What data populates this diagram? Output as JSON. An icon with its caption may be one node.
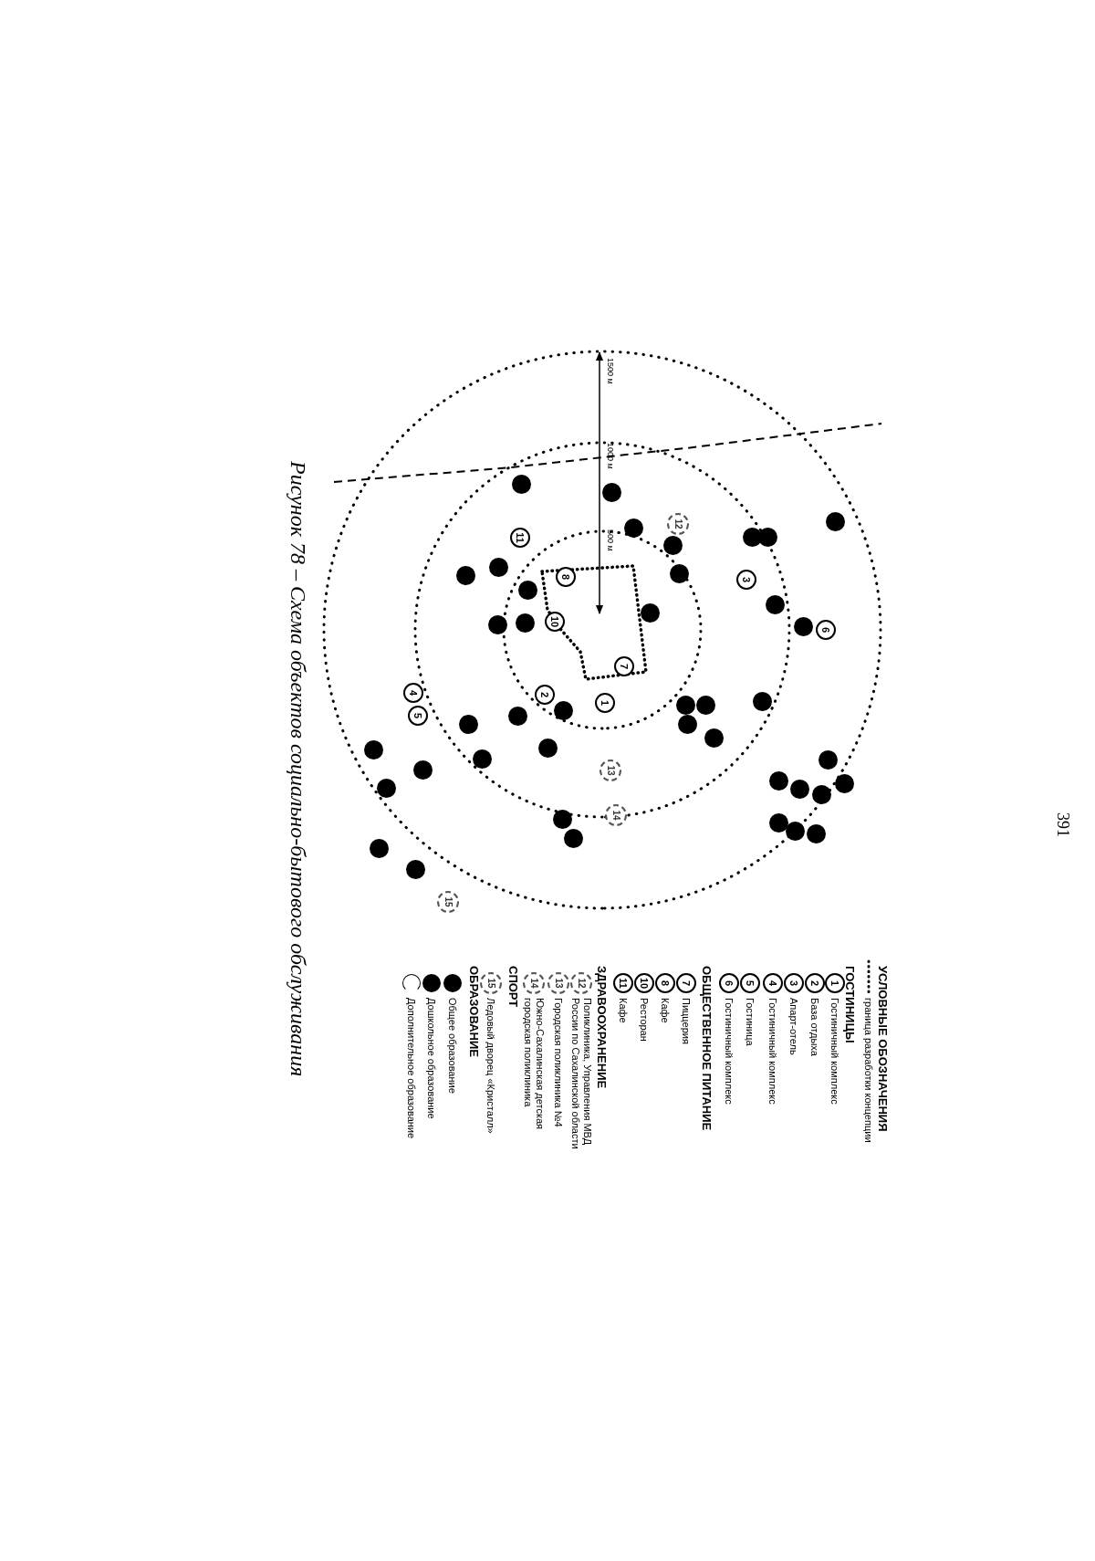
{
  "diagram": {
    "caption": "Рисунок 78 – Схема объектов социально-бытового обслуживания",
    "nodes": [
      {
        "text": [
          "1"
        ]
      },
      {
        "text": [
          "2"
        ]
      },
      {
        "text": [
          "3"
        ]
      },
      {
        "text": [
          "4"
        ]
      },
      {
        "text": [
          "5"
        ]
      },
      {
        "text": [
          "6"
        ]
      },
      {
        "text": [
          "7"
        ]
      },
      {
        "text": [
          "8"
        ]
      },
      {
        "text": [
          "10"
        ]
      },
      {
        "text": [
          "11"
        ]
      },
      {
        "text": [
          "12"
        ]
      },
      {
        "text": [
          "13"
        ]
      },
      {
        "text": [
          "14"
        ]
      },
      {
        "text": [
          "15"
        ]
      },
      {
        "text": [],
        "shape": "circle"
      },
      {
        "text": [],
        "shape": "circle"
      },
      {
        "text": [],
        "shape": "circle"
      },
      {
        "text": [],
        "shape": "circle"
      },
      {
        "text": [],
        "shape": "circle"
      },
      {
        "text": [],
        "shape": "circle"
      },
      {
        "text": [],
        "shape": "circle"
      },
      {
        "text": [],
        "shape": "circle"
      },
      {
        "text": [],
        "shape": "circle"
      },
      {
        "text": [],
        "shape": "circle"
      },
      {
        "text": [],
        "shape": "circle"
      },
      {
        "text": [],
        "shape": "circle"
      },
      {
        "text": [],
        "shape": "circle"
      },
      {
        "text": [],
        "shape": "circle"
      },
      {
        "text": [],
        "shape": "circle"
      },
      {
        "text": [],
        "shape": "circle"
      },
      {
        "text": [],
        "shape": "circle"
      },
      {
        "text": [],
        "shape": "circle"
      },
      {
        "text": [],
        "shape": "circle"
      },
      {
        "text": [],
        "shape": "circle"
      },
      {
        "text": [],
        "shape": "circle"
      },
      {
        "text": [],
        "shape": "circle"
      },
      {
        "text": [],
        "shape": "circle"
      },
      {
        "text": [],
        "shape": "circle"
      },
      {
        "text": [],
        "shape": "circle"
      },
      {
        "text": [],
        "shape": "circle"
      },
      {
        "text": [],
        "shape": "circle"
      },
      {
        "text": [],
        "shape": "circle"
      },
      {
        "text": [],
        "shape": "circle"
      },
      {
        "text": [],
        "shape": "circle"
      },
      {
        "text": [],
        "shape": "circle"
      },
      {
        "text": [],
        "shape": "circle"
      },
      {
        "text": [],
        "shape": "circle"
      },
      {
        "text": [],
        "shape": "circle"
      },
      {
        "text": [],
        "shape": "circle"
      },
      {
        "text": [],
        "shape": "circle"
      },
      {
        "text": [],
        "shape": "circle"
      },
      {
        "text": [],
        "shape": "circle"
      },
      {
        "text": [],
        "shape": "circle"
      },
      {
        "text": [],
        "shape": "circle"
      },
      {
        "text": [],
        "shape": "circle"
      },
      {
        "text": [
          "1"
        ],
        "beside": [
          "Гостиничный комплекс"
        ]
      },
      {
        "text": [
          "2"
        ],
        "beside": [
          "База отдыха"
        ]
      },
      {
        "text": [
          "3"
        ],
        "beside": [
          "Апарт-отель"
        ]
      },
      {
        "text": [
          "4"
        ],
        "beside": [
          "Гостиничный комплекс"
        ]
      },
      {
        "text": [
          "5"
        ],
        "beside": [
          "Гостиница"
        ]
      },
      {
        "text": [
          "6"
        ],
        "beside": [
          "Гостиничный комплекс"
        ]
      },
      {
        "text": [
          "7"
        ],
        "beside": [
          "Пиццерия"
        ]
      },
      {
        "text": [
          "8"
        ],
        "beside": [
          "Кафе"
        ]
      },
      {
        "text": [
          "10"
        ],
        "beside": [
          "Ресторан"
        ]
      },
      {
        "text": [
          "11"
        ],
        "beside": [
          "Кафе"
        ]
      },
      {
        "text": [
          "12"
        ],
        "beside": [
          "Поликлиника, Управления МВД России по Сахалинской области"
        ]
      },
      {
        "text": [
          "13"
        ],
        "beside": [
          "Городская поликлиника №4"
        ]
      },
      {
        "text": [
          "14"
        ],
        "beside": [
          "Южно-Сахалинская детская городская поликлиника"
        ]
      },
      {
        "text": [
          "15"
        ],
        "beside": [
          "Ледовый дворец «Кристалл»"
        ]
      }
    ],
    "labels": [
      "391",
      "1500 м",
      "1000 м",
      "500 м",
      "УСЛОВНЫЕ ОБОЗНАЧЕНИЯ",
      "ГОСТИНИЦЫ",
      "ОБЩЕСТВЕННОЕ ПИТАНИЕ",
      "ЗДРАВООХРАНЕНИЕ",
      "СПОРТ",
      "ОБРАЗОВАНИЕ"
    ],
    "legend": [
      {
        "text": "граница разработки концепции"
      },
      {
        "text": "Общее образование"
      },
      {
        "text": "Дошкольное образование"
      },
      {
        "text": "Дополнительное образование"
      }
    ]
  }
}
